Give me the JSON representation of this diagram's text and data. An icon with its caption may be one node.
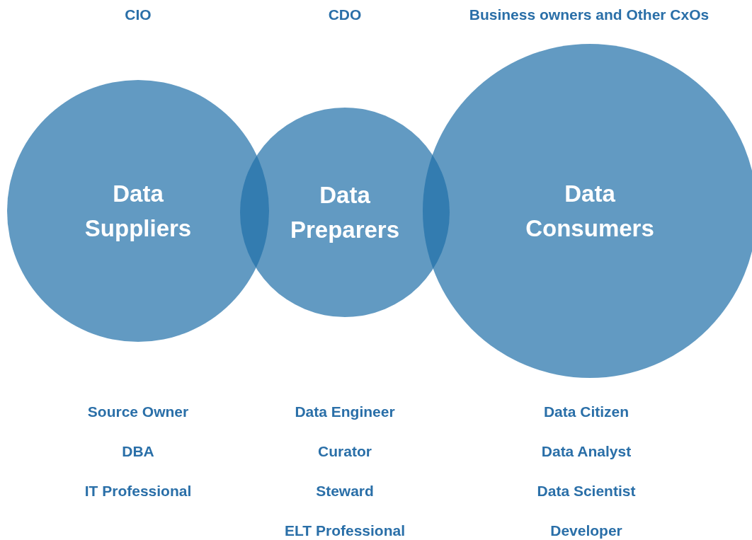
{
  "diagram": {
    "nodes": [
      {
        "text": [
          "Data Suppliers"
        ]
      },
      {
        "text": [
          "Data Preparers"
        ]
      },
      {
        "text": [
          "Data Consumers"
        ]
      }
    ],
    "edges": [],
    "labels": [
      "CIO",
      "CDO",
      "Business owners and Other CxOs",
      "Source Owner",
      "Data Engineer",
      "Data Citizen",
      "DBA",
      "Curator",
      "Data Analyst",
      "IT Professional",
      "Steward",
      "Data Scientist",
      "ELT Professional",
      "Developer"
    ]
  }
}
